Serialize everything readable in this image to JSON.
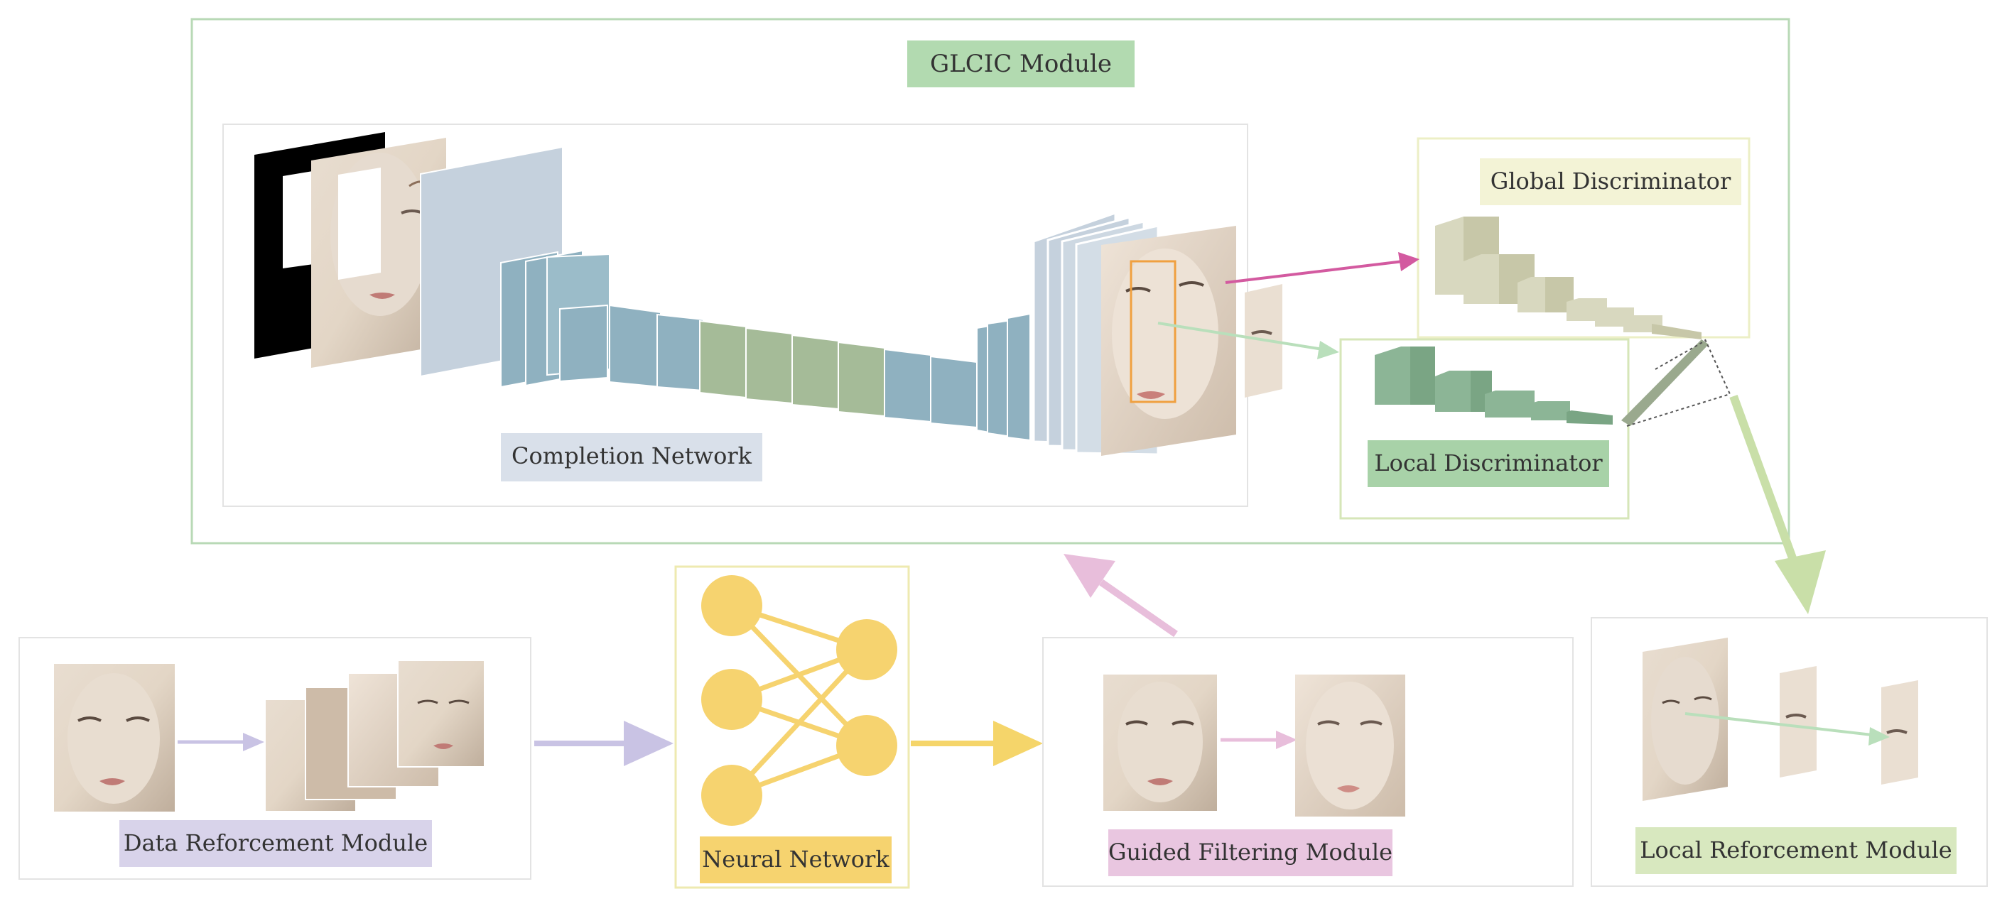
{
  "modules": {
    "glcic": "GLCIC Module",
    "completion_network": "Completion Network",
    "global_discriminator": "Global Discriminator",
    "local_discriminator": "Local Discriminator",
    "data_reinforcement": "Data Reforcement Module",
    "neural_network": "Neural Network",
    "guided_filtering": "Guided Filtering Module",
    "local_reinforcement": "Local Reforcement Module"
  },
  "colors": {
    "glcic_border": "#b8d9b6",
    "glcic_tag": "#b2dab0",
    "completion_tag": "#d9e0ea",
    "global_tag": "#f3f3d6",
    "global_border": "#ecefc6",
    "local_tag": "#a8d2a8",
    "local_border": "#d6e6b8",
    "data_tag": "#d8d3ea",
    "neural_tag": "#f6d36f",
    "neural_border": "#eeeab0",
    "guided_tag": "#e9c6e0",
    "local_reinf_tag": "#d8e8bf",
    "arrow_pink": "#d35aa0",
    "arrow_lavender": "#c9c3e4",
    "arrow_yellow": "#f5d56a",
    "arrow_pinklight": "#e8bedb",
    "arrow_green": "#c9dfa8",
    "conv_blue": "#8fb1c0",
    "conv_green": "#a5bb98",
    "layer_light": "#c5d1dd",
    "disc_global": "#d8d8bf",
    "disc_local": "#8cb596",
    "neuron": "#f6d36f"
  },
  "icons": [
    "face-image-icon",
    "mask-image-icon",
    "neuron-icon",
    "arrow-icon"
  ]
}
